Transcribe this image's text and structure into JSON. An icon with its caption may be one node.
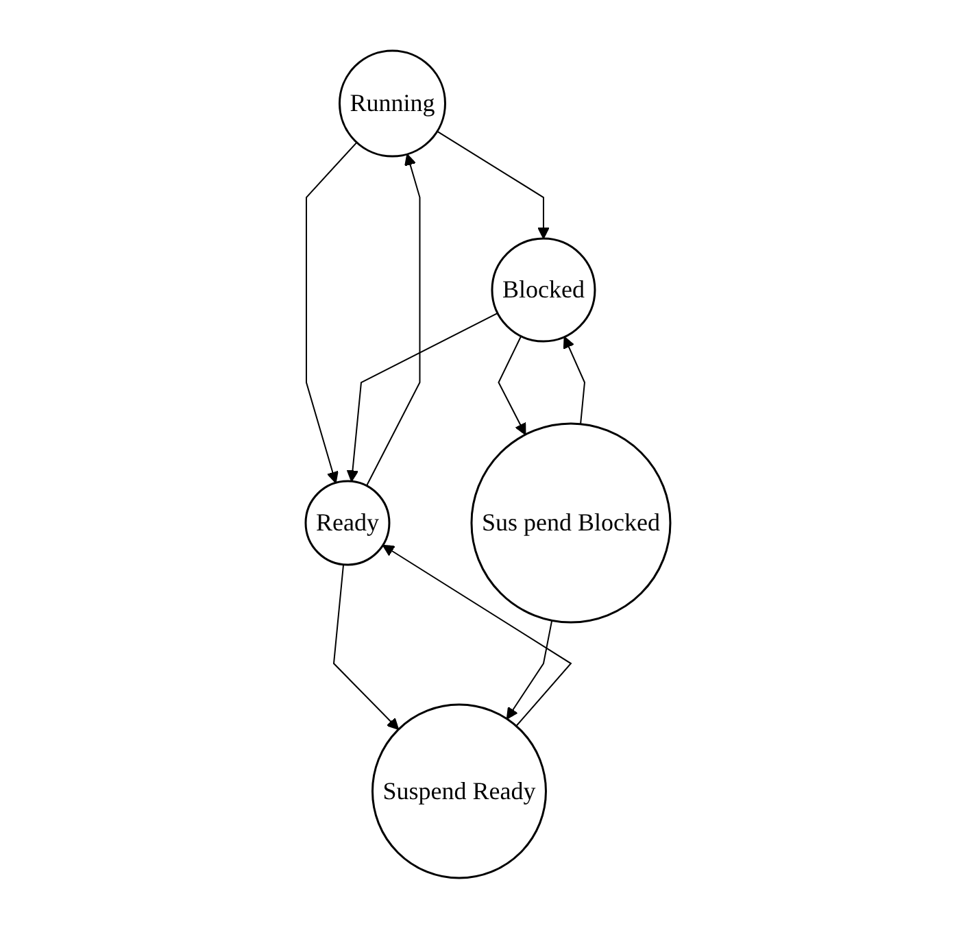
{
  "diagram": {
    "nodes": [
      {
        "text": [
          "Running"
        ]
      },
      {
        "text": [
          "Ready"
        ]
      },
      {
        "text": [
          "Blocked"
        ]
      },
      {
        "text": [
          "Suspend Ready"
        ]
      },
      {
        "text": [
          "Sus pend Blocked"
        ]
      }
    ],
    "edges": [
      {
        "from": 0,
        "to": 2,
        "arrow": "to"
      },
      {
        "from": 0,
        "to": 1,
        "arrow": "to"
      },
      {
        "from": 1,
        "to": 0,
        "arrow": "to"
      },
      {
        "from": 2,
        "to": 1,
        "arrow": "to"
      },
      {
        "from": 2,
        "to": 4,
        "arrow": "to"
      },
      {
        "from": 4,
        "to": 2,
        "arrow": "to"
      },
      {
        "from": 1,
        "to": 3,
        "arrow": "to"
      },
      {
        "from": 3,
        "to": 1,
        "arrow": "to"
      },
      {
        "from": 4,
        "to": 3,
        "arrow": "to"
      }
    ]
  }
}
